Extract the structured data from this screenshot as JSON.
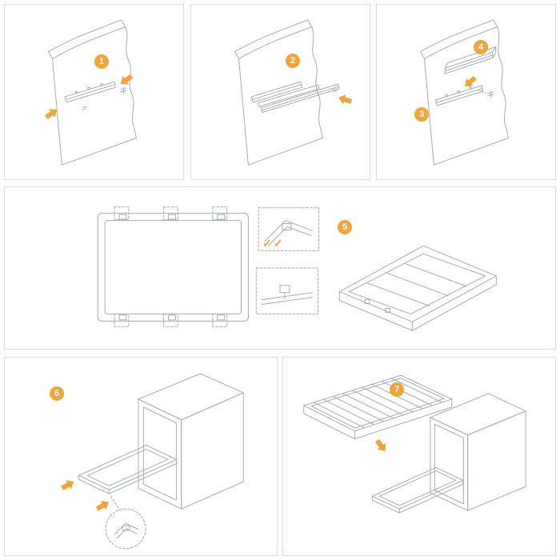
{
  "meta": {
    "background_color": "#ffffff",
    "panel_border_color": "#dcdcdc",
    "line_color": "#a6abb0",
    "accent_color": "#f0a43c"
  },
  "steps": [
    {
      "number": "1"
    },
    {
      "number": "2"
    },
    {
      "number": "3"
    },
    {
      "number": "4"
    },
    {
      "number": "5"
    },
    {
      "number": "6"
    },
    {
      "number": "7"
    }
  ],
  "middle_panel": {
    "checkmarks": "✓✓"
  },
  "icons": {
    "step_badge": "orange numbered circle",
    "direction_arrow": "orange solid arrow",
    "checkmark": "✓"
  }
}
